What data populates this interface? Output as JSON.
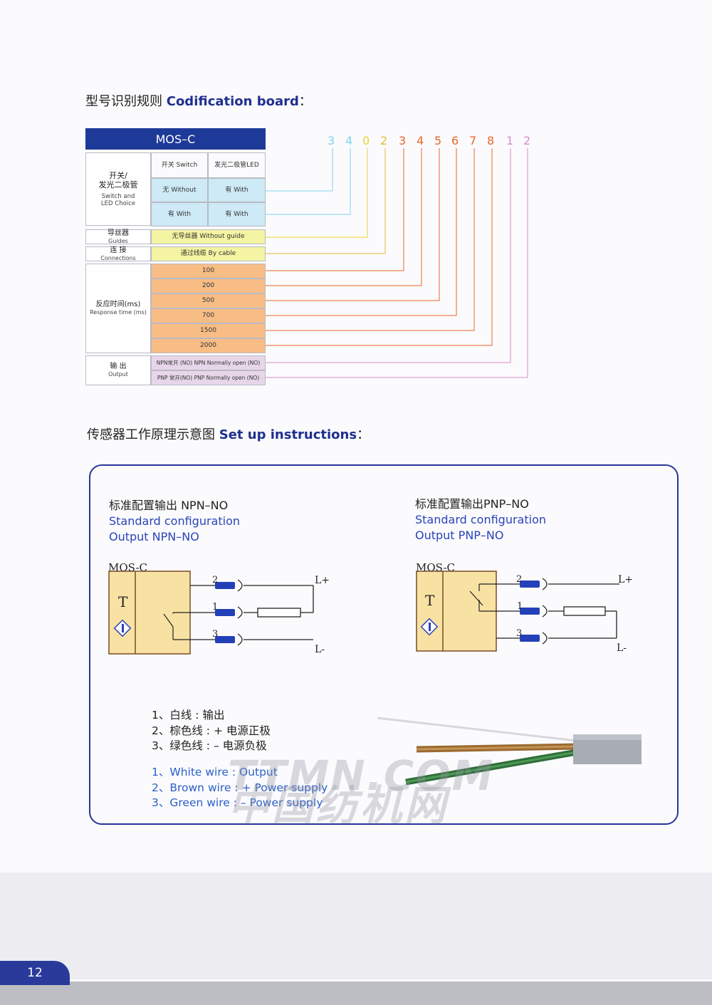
{
  "codification": {
    "heading_cn": "型号识别规则",
    "heading_en": "Codification board",
    "heading_colon": "：",
    "model": "MOS–C",
    "code_digits": [
      {
        "d": "3",
        "color": "#7fd2ea"
      },
      {
        "d": "4",
        "color": "#7fd2ea"
      },
      {
        "d": "0",
        "color": "#e6d43a"
      },
      {
        "d": "2",
        "color": "#e6b83a"
      },
      {
        "d": "3",
        "color": "#e8662a"
      },
      {
        "d": "4",
        "color": "#e8662a"
      },
      {
        "d": "5",
        "color": "#e8662a"
      },
      {
        "d": "6",
        "color": "#e8662a"
      },
      {
        "d": "7",
        "color": "#e8662a"
      },
      {
        "d": "8",
        "color": "#e8662a"
      },
      {
        "d": "1",
        "color": "#d98bc8"
      },
      {
        "d": "2",
        "color": "#d98bc8"
      }
    ],
    "switch_label_cn": "开关/\n发光二极管",
    "switch_label_en": "Switch and\nLED Choice",
    "col_switch": "开关  Switch",
    "col_led": "发光二极管LED",
    "row1_switch": "无   Without",
    "row1_led": "有   With",
    "row2_switch": "有   With",
    "row2_led": "有   With",
    "guides_cn": "导丝器",
    "guides_en": "Guides",
    "guides_value": "无导丝器  Without guide",
    "connections_cn": "连 接",
    "connections_en": "Connections",
    "connections_value": "通过线缆   By cable",
    "response_cn": "反应时间(ms)",
    "response_en": "Response time (ms)",
    "response_values": [
      "100",
      "200",
      "500",
      "700",
      "1500",
      "2000"
    ],
    "output_cn": "输 出",
    "output_en": "Output",
    "output_values": [
      "NPN常开 (NO) NPN Normally open (NO)",
      "PNP 常开(NO) PNP Normally open (NO)"
    ]
  },
  "setup": {
    "heading_cn": "传感器工作原理示意图",
    "heading_en": "Set up instructions",
    "heading_colon": "：",
    "npn": {
      "cn": "标准配置输出 NPN–NO",
      "en1": "Standard configuration",
      "en2": "Output NPN–NO"
    },
    "pnp": {
      "cn": "标准配置输出PNP–NO",
      "en1": "Standard configuration",
      "en2": "Output PNP–NO"
    },
    "diagram": {
      "model": "MOS-C",
      "t": "T",
      "pin2": "2",
      "pin1": "1",
      "pin3": "3",
      "lplus": "L+",
      "lminus": "L-"
    },
    "wires_cn": [
      "1、白线 : 输出",
      "2、棕色线 : + 电源正极",
      "3、绿色线 : – 电源负极"
    ],
    "wires_en": [
      "1、White wire : Output",
      "2、Brown wire : + Power supply",
      "3、Green wire : – Power supply"
    ]
  },
  "watermark": {
    "line1": "TTMN.COM",
    "line2": "中国纺机网"
  },
  "page_number": "12"
}
